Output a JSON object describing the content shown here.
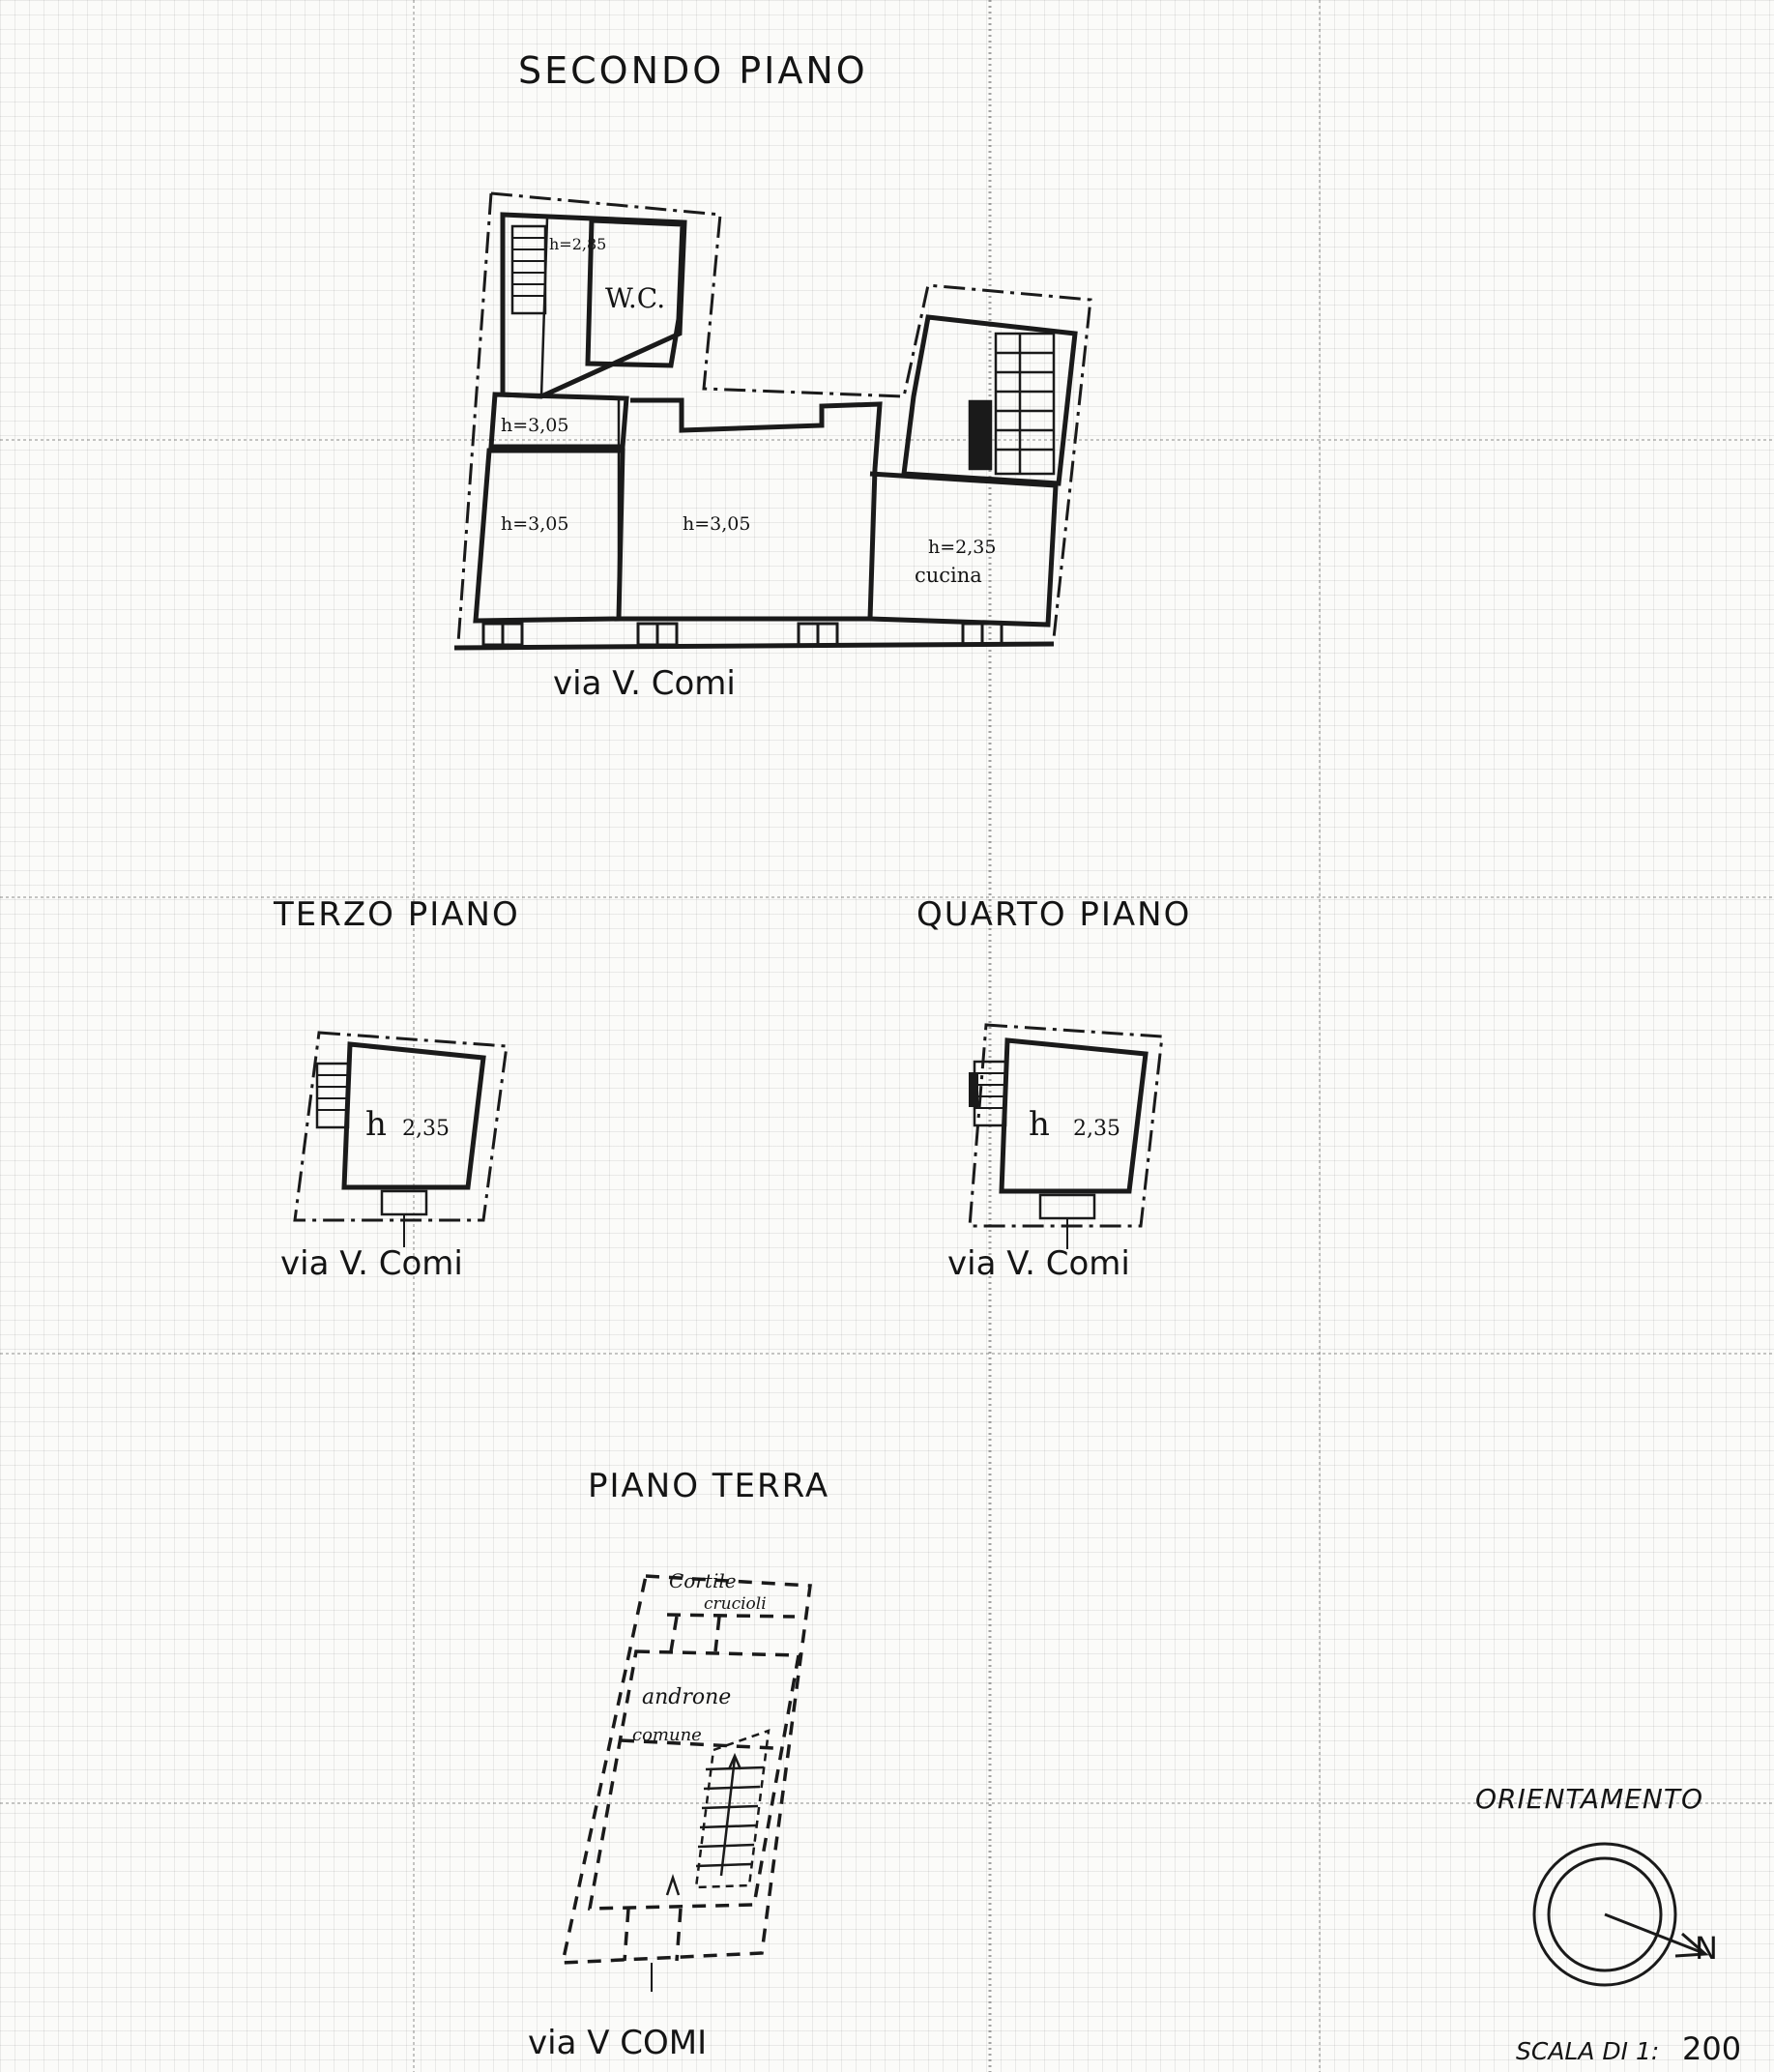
{
  "floors": {
    "secondo": {
      "title": "SECONDO PIANO",
      "street": "via V. Comi",
      "rooms": {
        "h_stair_top": "h=2,85",
        "wc": "W.C.",
        "h_small": "h=3,05",
        "h_left": "h=3,05",
        "h_center": "h=3,05",
        "h_kitchen": "h=2,35",
        "cucina": "cucina"
      }
    },
    "terzo": {
      "title": "TERZO PIANO",
      "street": "via V. Comi",
      "h_letter": "h",
      "h_value": "2,35"
    },
    "quarto": {
      "title": "QUARTO PIANO",
      "street": "via V. Comi",
      "h_letter": "h",
      "h_value": "2,35"
    },
    "terra": {
      "title": "PIANO TERRA",
      "street": "via V COMI",
      "cortile": "Cortile",
      "crucioli": "crucioli",
      "androne": "androne",
      "comune": "comune"
    }
  },
  "orientation": {
    "label": "ORIENTAMENTO",
    "north": "N"
  },
  "scale": {
    "label": "SCALA DI 1:",
    "value": "200"
  }
}
